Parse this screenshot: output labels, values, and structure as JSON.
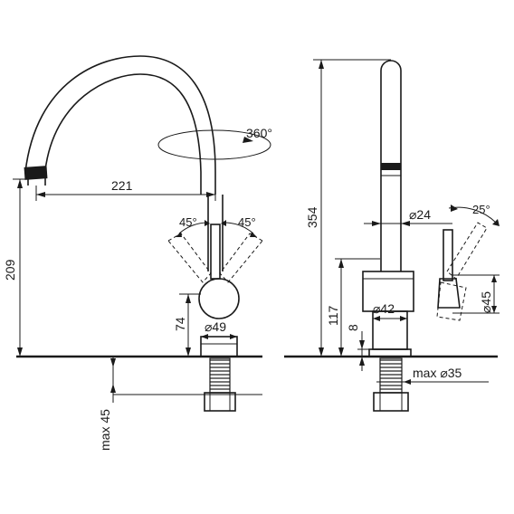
{
  "front_view": {
    "rotation_label": "360°",
    "spout_reach": "221",
    "spout_height": "209",
    "lever_angle_left": "45°",
    "lever_angle_right": "45°",
    "body_height": "74",
    "body_diameter": "⌀49",
    "max_counter_thickness": "max 45"
  },
  "side_view": {
    "total_height": "354",
    "spout_diameter": "⌀24",
    "lever_angle": "25°",
    "body_height": "117",
    "base_diameter": "⌀42",
    "base_height": "8",
    "lever_diameter": "⌀45",
    "max_hole_diameter": "max ⌀35"
  }
}
